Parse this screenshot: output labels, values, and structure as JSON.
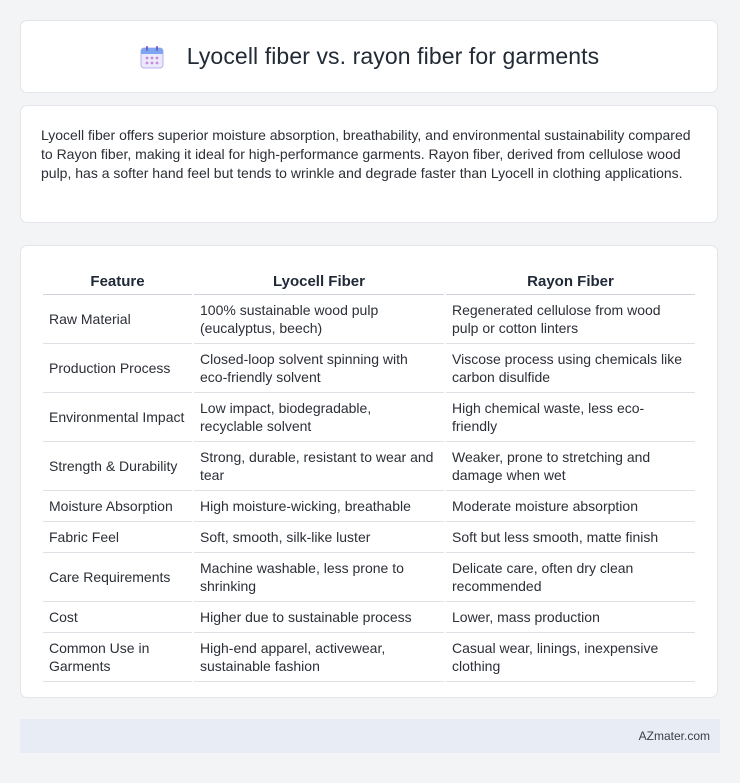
{
  "header": {
    "title": "Lyocell fiber vs. rayon fiber for garments",
    "icon": "calendar-icon"
  },
  "summary": {
    "text": "Lyocell fiber offers superior moisture absorption, breathability, and environmental sustainability compared to Rayon fiber, making it ideal for high-performance garments. Rayon fiber, derived from cellulose wood pulp, has a softer hand feel but tends to wrinkle and degrade faster than Lyocell in clothing applications."
  },
  "table": {
    "headers": [
      "Feature",
      "Lyocell Fiber",
      "Rayon Fiber"
    ],
    "rows": [
      [
        "Raw Material",
        "100% sustainable wood pulp (eucalyptus, beech)",
        "Regenerated cellulose from wood pulp or cotton linters"
      ],
      [
        "Production Process",
        "Closed-loop solvent spinning with eco-friendly solvent",
        "Viscose process using chemicals like carbon disulfide"
      ],
      [
        "Environmental Impact",
        "Low impact, biodegradable, recyclable solvent",
        "High chemical waste, less eco-friendly"
      ],
      [
        "Strength & Durability",
        "Strong, durable, resistant to wear and tear",
        "Weaker, prone to stretching and damage when wet"
      ],
      [
        "Moisture Absorption",
        "High moisture-wicking, breathable",
        "Moderate moisture absorption"
      ],
      [
        "Fabric Feel",
        "Soft, smooth, silk-like luster",
        "Soft but less smooth, matte finish"
      ],
      [
        "Care Requirements",
        "Machine washable, less prone to shrinking",
        "Delicate care, often dry clean recommended"
      ],
      [
        "Cost",
        "Higher due to sustainable process",
        "Lower, mass production"
      ],
      [
        "Common Use in Garments",
        "High-end apparel, activewear, sustainable fashion",
        "Casual wear, linings, inexpensive clothing"
      ]
    ]
  },
  "footer": {
    "text": "AZmater.com"
  },
  "colors": {
    "page_background": "#f3f4f6",
    "footer_background": "#e8edf5",
    "icon_accent": "#8b7fd9"
  }
}
